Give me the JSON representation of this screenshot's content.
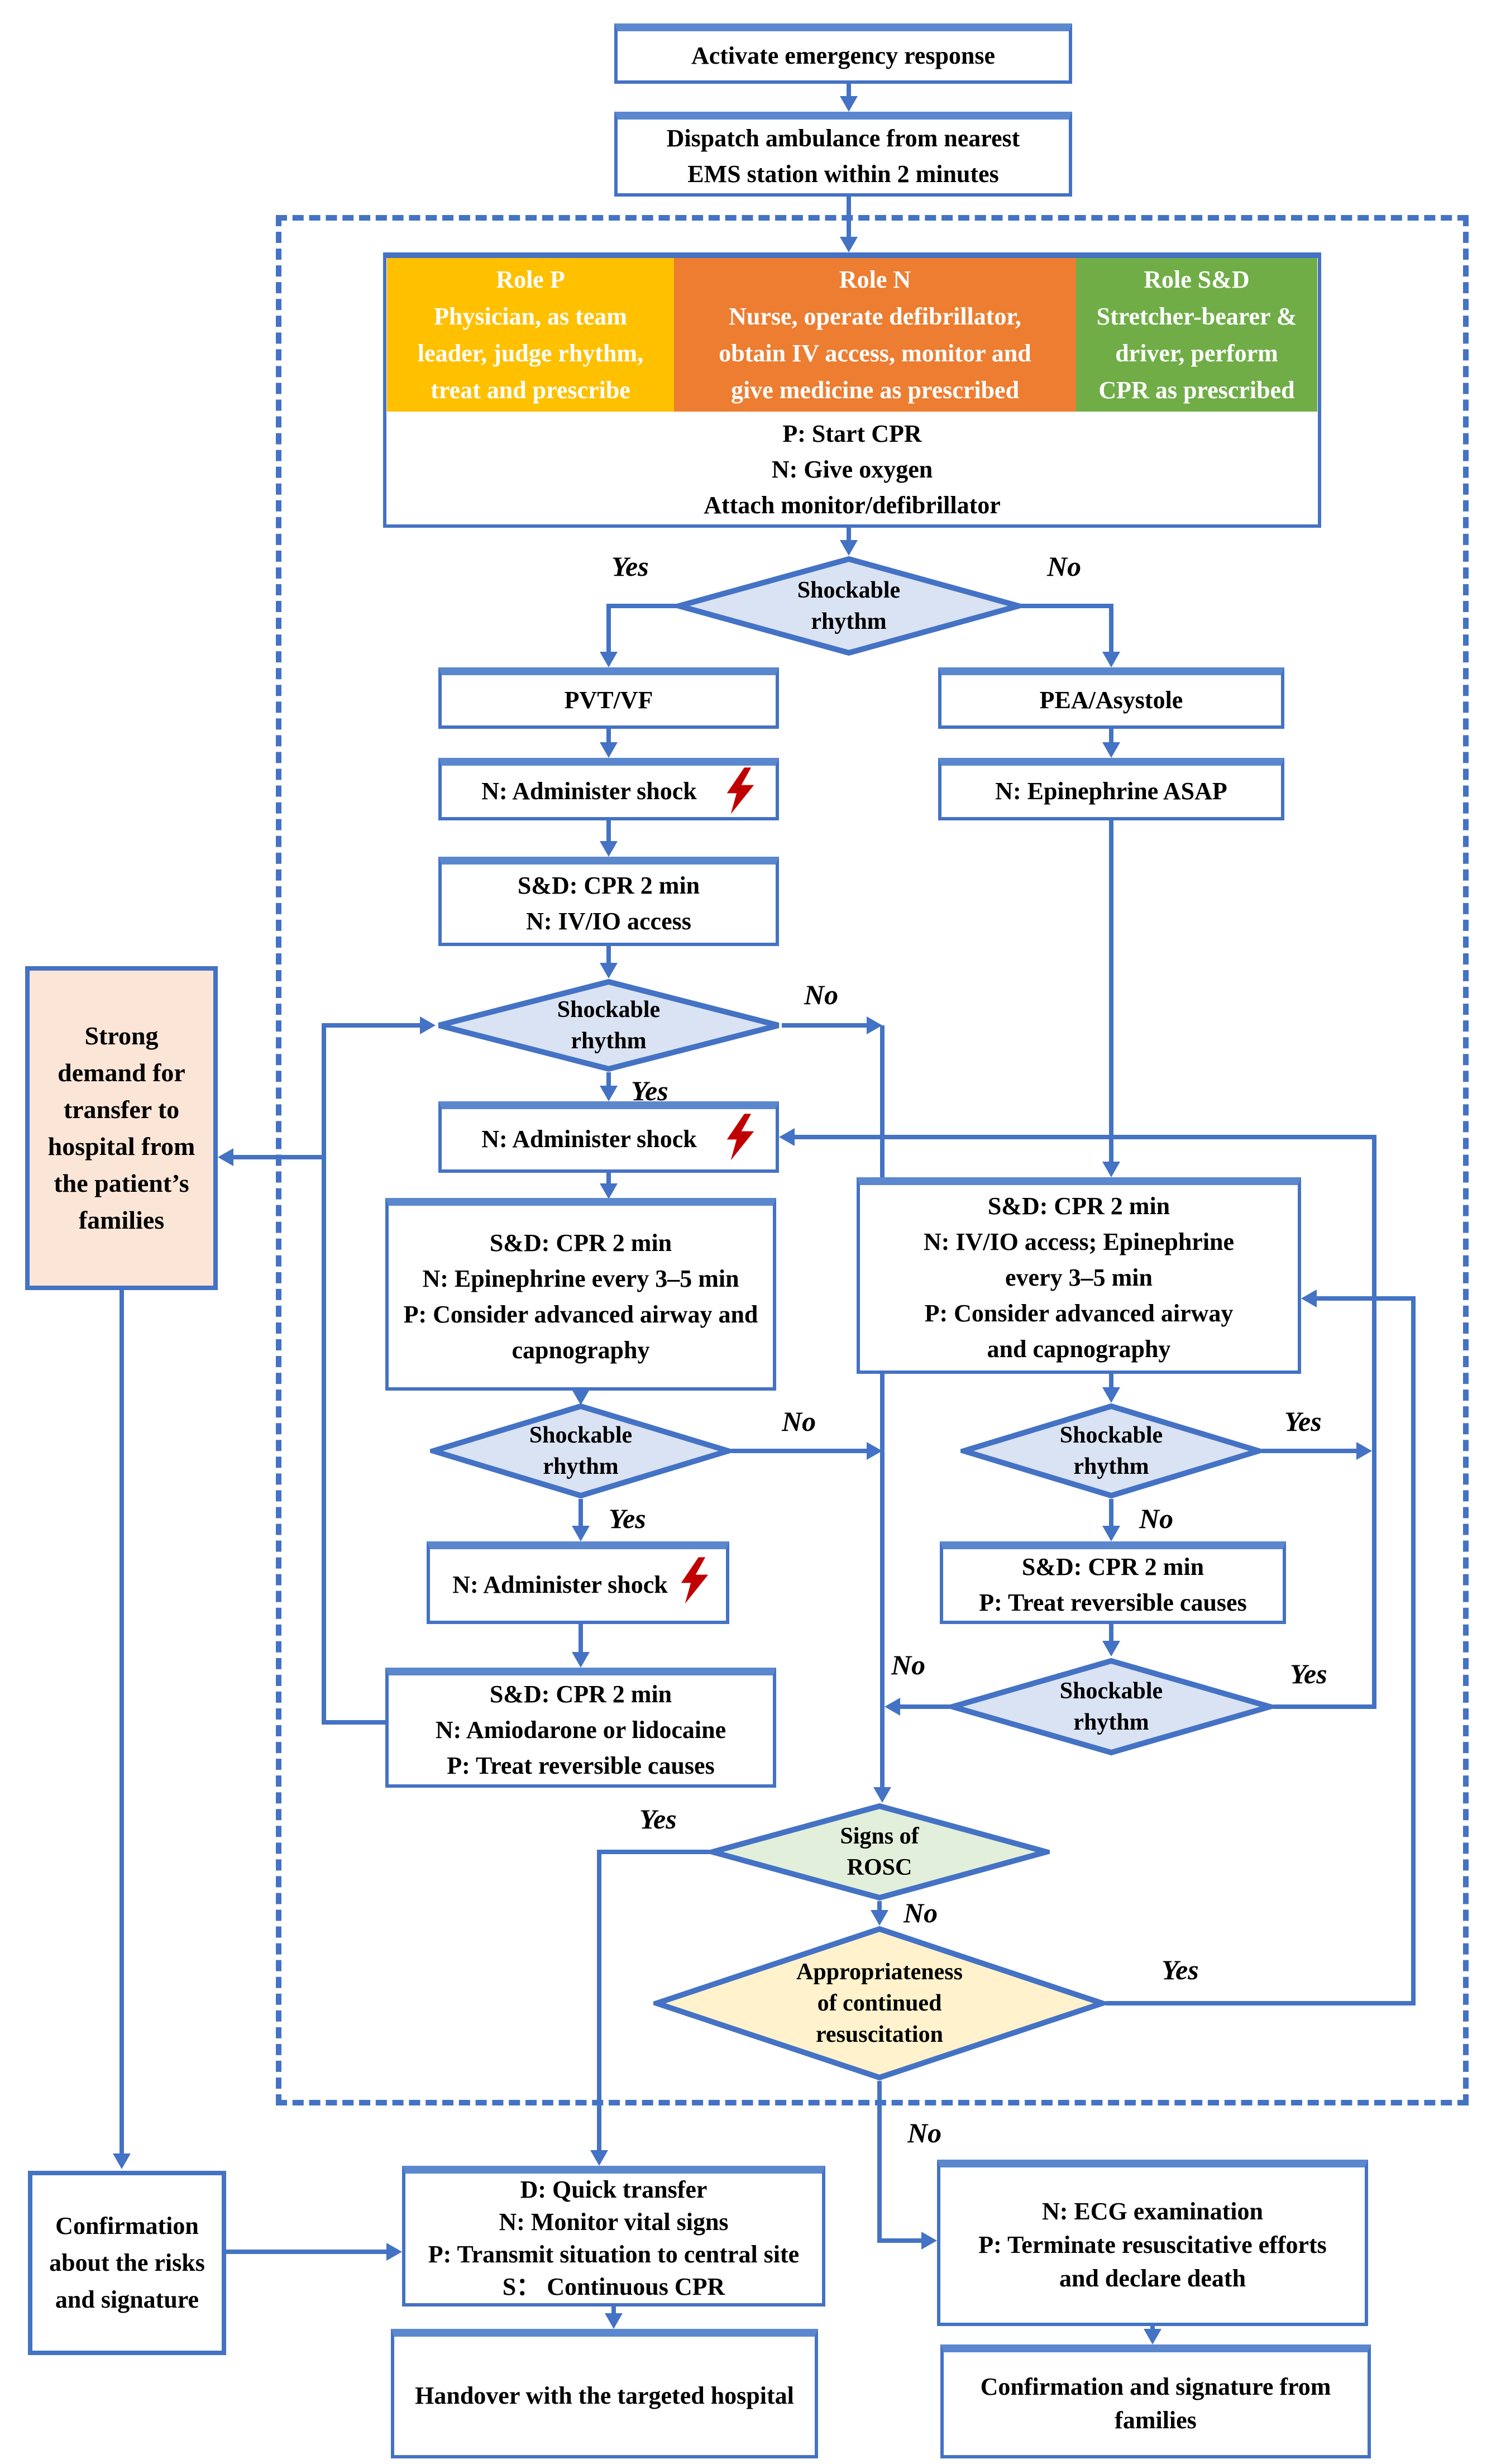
{
  "top": {
    "activate": "Activate emergency response",
    "dispatch": [
      "Dispatch ambulance from nearest",
      "EMS station within 2 minutes"
    ]
  },
  "roles": {
    "p": {
      "title": "Role P",
      "lines": [
        "Physician, as team",
        "leader, judge rhythm,",
        "treat and prescribe"
      ]
    },
    "n": {
      "title": "Role N",
      "lines": [
        "Nurse, operate defibrillator,",
        "obtain IV access, monitor and",
        "give medicine as prescribed"
      ]
    },
    "sd": {
      "title": "Role S&D",
      "lines": [
        "Stretcher-bearer &",
        "driver, perform",
        "CPR as prescribed"
      ]
    },
    "start": [
      "P: Start CPR",
      "N: Give oxygen",
      "Attach monitor/defibrillator"
    ]
  },
  "decisions": {
    "shockable": [
      "Shockable",
      "rhythm"
    ],
    "rosc": [
      "Signs of",
      "ROSC"
    ],
    "appropriateness": [
      "Appropriateness",
      "of continued",
      "resuscitation"
    ]
  },
  "boxes": {
    "pvtvf": "PVT/VF",
    "pea": "PEA/Asystole",
    "shock": "N: Administer shock",
    "epi_asap": "N: Epinephrine ASAP",
    "cpr_ivio": [
      "S&D: CPR 2 min",
      "N: IV/IO access"
    ],
    "cpr_epi": [
      "S&D: CPR 2 min",
      "N: Epinephrine every 3–5 min",
      "P: Consider advanced airway and",
      "capnography"
    ],
    "cpr_ivio_epi": [
      "S&D: CPR 2 min",
      "N: IV/IO access; Epinephrine",
      "every 3–5 min",
      "P: Consider advanced airway",
      "and capnography"
    ],
    "amiodarone": [
      "S&D: CPR 2 min",
      "N: Amiodarone or lidocaine",
      "P: Treat reversible causes"
    ],
    "treat_reversible": [
      "S&D: CPR 2 min",
      "P: Treat reversible causes"
    ],
    "strong_demand": [
      "Strong",
      "demand for",
      "transfer to",
      "hospital from",
      "the patient’s",
      "families"
    ],
    "confirm_risks": [
      "Confirmation",
      "about the risks",
      "and signature"
    ],
    "quick_transfer": [
      "D: Quick transfer",
      "N: Monitor vital signs",
      "P: Transmit situation to central site",
      "S： Continuous CPR"
    ],
    "handover": "Handover with the targeted hospital",
    "ecg": [
      "N: ECG examination",
      "P: Terminate resuscitative efforts",
      "and declare death"
    ],
    "confirm_family": [
      "Confirmation and signature from",
      "families"
    ]
  },
  "labels": {
    "yes": "Yes",
    "no": "No"
  },
  "colors": {
    "line": "#4472C4",
    "diamond_blue": "#DAE3F3",
    "diamond_green": "#E2EFDA",
    "diamond_yellow": "#FFF2CC",
    "peach": "#FBE5D6",
    "role_p": "#FFC000",
    "role_n": "#ED7D31",
    "role_sd": "#70AD47",
    "bolt_red": "#C00000"
  }
}
